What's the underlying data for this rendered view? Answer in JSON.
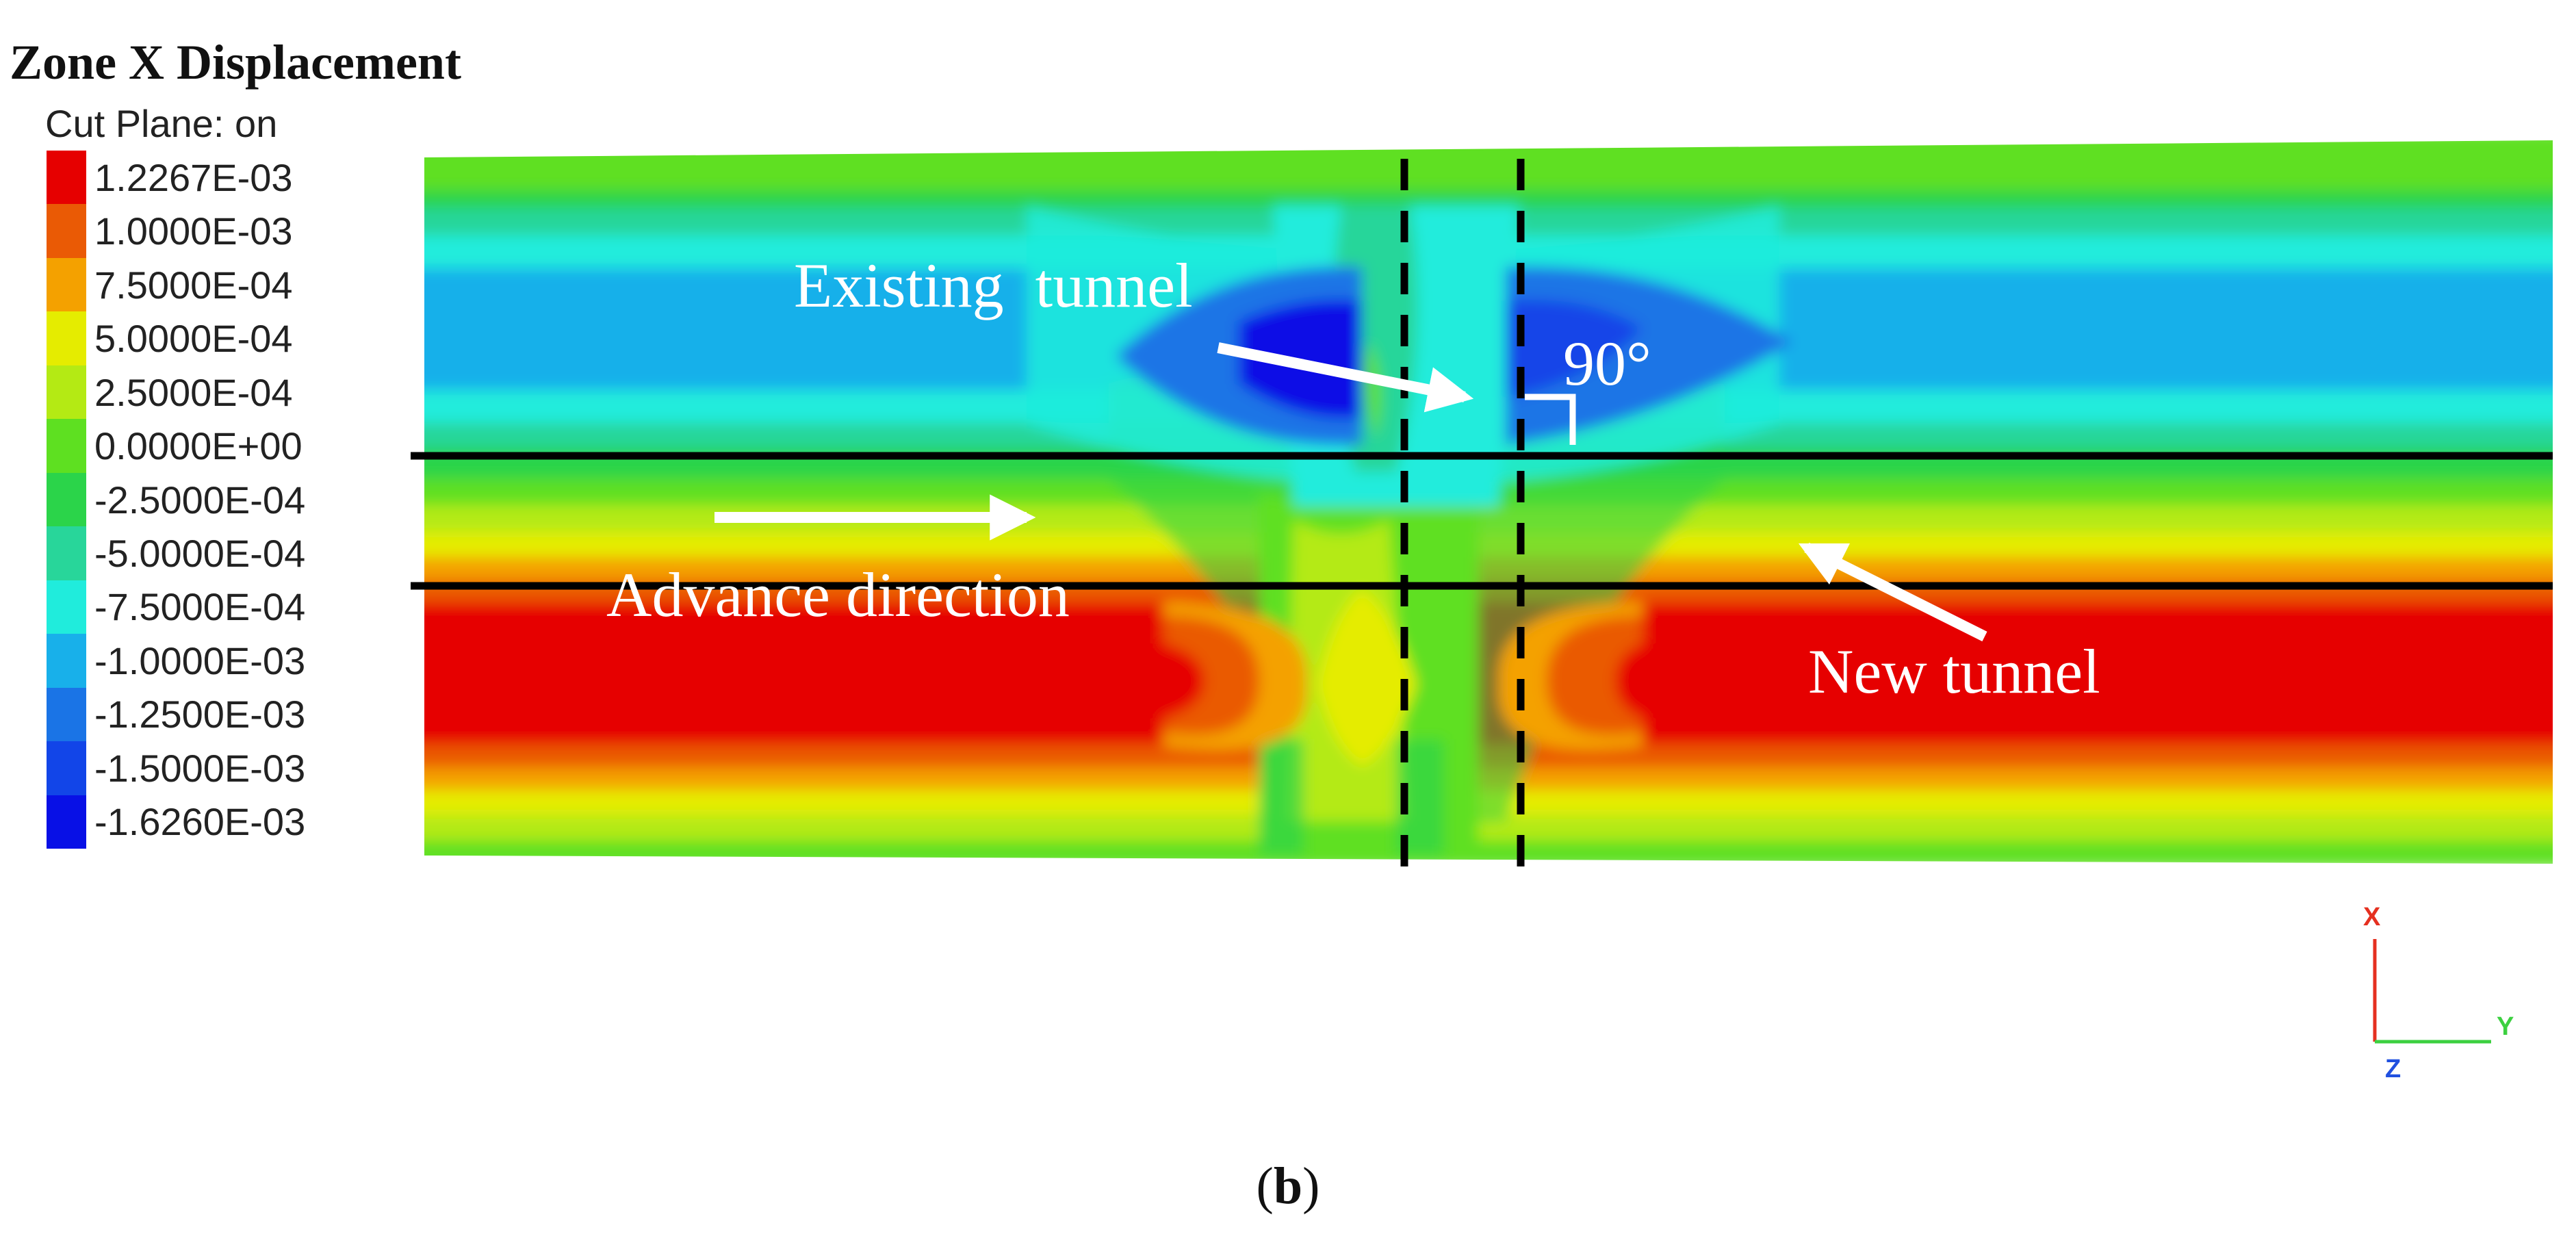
{
  "legend": {
    "title": "Zone X Displacement",
    "subtitle": "Cut Plane: on",
    "levels": [
      {
        "label": "1.2267E-03",
        "color": "#e60000"
      },
      {
        "label": "1.0000E-03",
        "color": "#ea5a05"
      },
      {
        "label": "7.5000E-04",
        "color": "#f4a100"
      },
      {
        "label": "5.0000E-04",
        "color": "#e5ec00"
      },
      {
        "label": "2.5000E-04",
        "color": "#b4ea14"
      },
      {
        "label": "0.0000E+00",
        "color": "#5ee021"
      },
      {
        "label": "-2.5000E-04",
        "color": "#2bd44a"
      },
      {
        "label": "-5.0000E-04",
        "color": "#28d69a"
      },
      {
        "label": "-7.5000E-04",
        "color": "#20ecdc"
      },
      {
        "label": "-1.0000E-03",
        "color": "#18b0ea"
      },
      {
        "label": "-1.2500E-03",
        "color": "#1a74e6"
      },
      {
        "label": "-1.5000E-03",
        "color": "#1245e8"
      },
      {
        "label": "-1.6260E-03",
        "color": "#0810e6"
      }
    ]
  },
  "annotations": {
    "existing_tunnel": "Existing  tunnel",
    "angle": "90°",
    "advance_direction": "Advance direction",
    "new_tunnel": "New tunnel"
  },
  "axes_triad": {
    "x": "X",
    "y": "Y",
    "z": "Z"
  },
  "caption": {
    "open": "(",
    "letter": "b",
    "close": ")"
  }
}
